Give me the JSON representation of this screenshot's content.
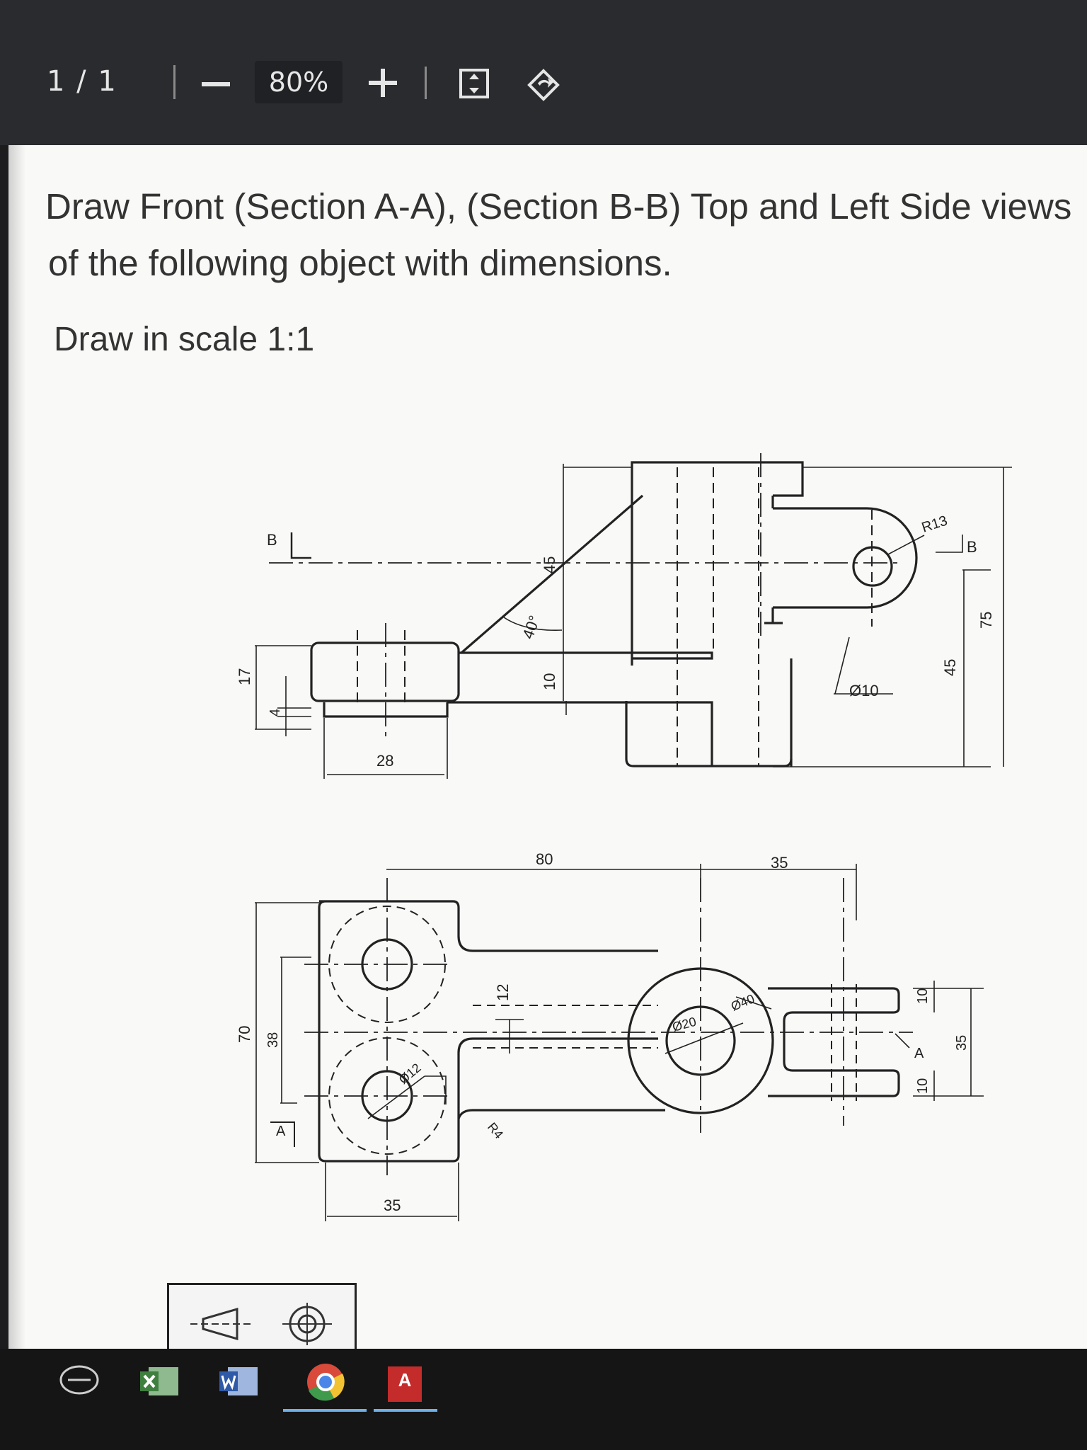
{
  "toolbar": {
    "page_indicator": "1 / 1",
    "zoom_level": "80%",
    "icons": [
      "zoom-out-icon",
      "zoom-in-icon",
      "fit-to-page-icon",
      "rotate-icon"
    ]
  },
  "document": {
    "heading_line1": "Draw Front (Section A-A), (Section B-B) Top and Left Side views",
    "heading_line2": "of the following object with dimensions.",
    "scale_note": "Draw in scale 1:1"
  },
  "drawing_labels": {
    "section_b": "B",
    "section_a": "A",
    "dim_17": "17",
    "dim_4": "4",
    "dim_28": "28",
    "dim_45_vertical": "45",
    "dim_40deg": "40°",
    "dim_10_web": "10",
    "dim_r13": "R13",
    "dim_d10": "Ø10",
    "dim_45_side": "45",
    "dim_75": "75",
    "dim_80": "80",
    "dim_35_top": "35",
    "dim_70": "70",
    "dim_38": "38",
    "dim_d12": "Ø12",
    "dim_12": "12",
    "dim_r4": "R4",
    "dim_d20": "Ø20",
    "dim_d40": "Ø40",
    "dim_10_slot_top": "10",
    "dim_10_slot_bottom": "10",
    "dim_35_side": "35",
    "dim_35_bottom": "35"
  },
  "taskbar": {
    "icons": [
      "dell-icon",
      "excel-icon",
      "word-icon",
      "chrome-icon",
      "autocad-icon"
    ],
    "autocad_label": "A"
  }
}
